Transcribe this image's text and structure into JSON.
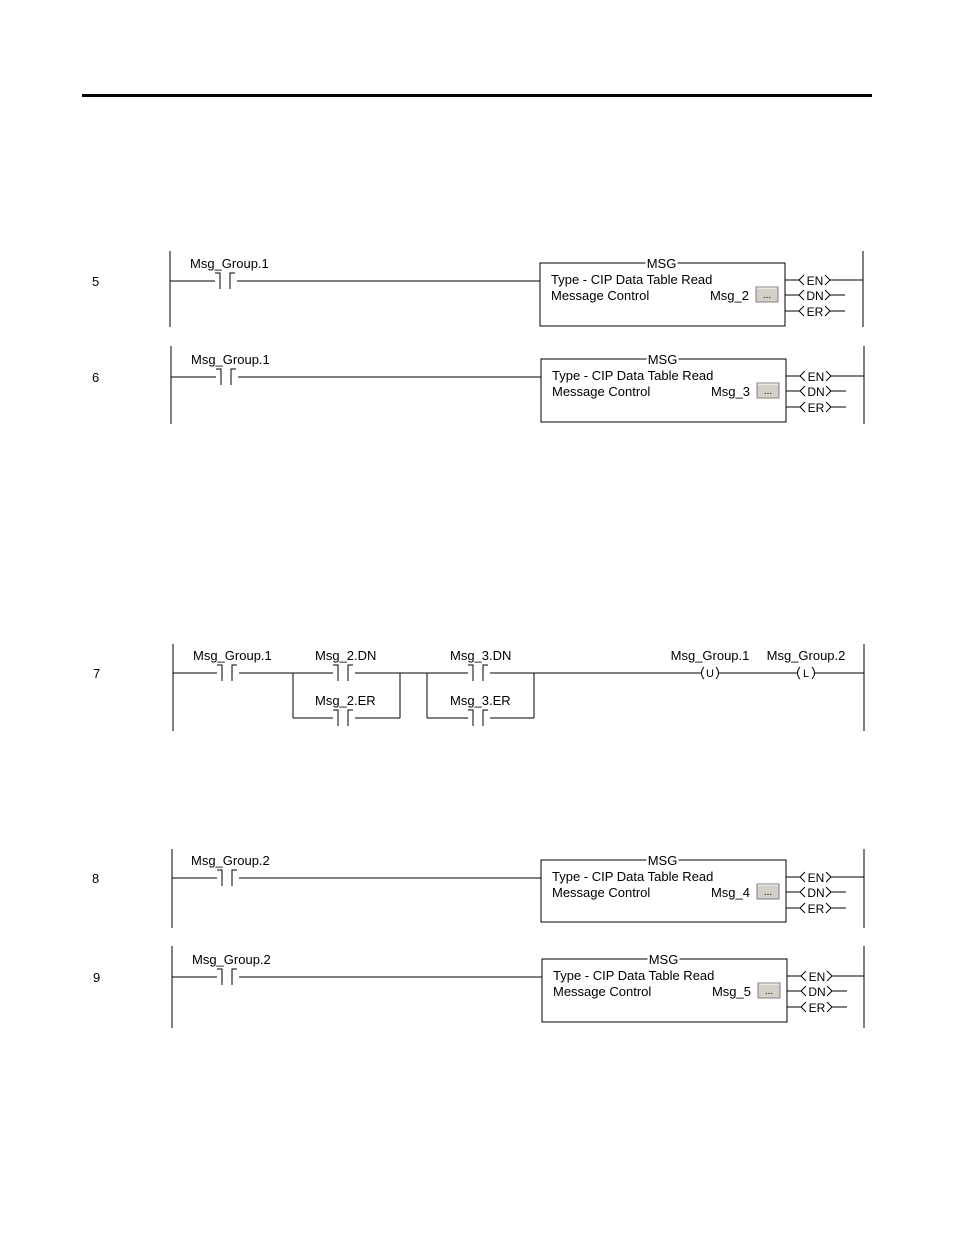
{
  "rungs": [
    {
      "number": "5",
      "contact_tag": "Msg_Group.1",
      "msg": {
        "title": "MSG",
        "type_label": "Type - CIP Data Table Read",
        "control_label": "Message Control",
        "control_tag": "Msg_2",
        "browse_label": "...",
        "outputs": [
          "EN",
          "DN",
          "ER"
        ]
      }
    },
    {
      "number": "6",
      "contact_tag": "Msg_Group.1",
      "msg": {
        "title": "MSG",
        "type_label": "Type - CIP Data Table Read",
        "control_label": "Message Control",
        "control_tag": "Msg_3",
        "browse_label": "...",
        "outputs": [
          "EN",
          "DN",
          "ER"
        ]
      }
    },
    {
      "number": "7",
      "contact_tag": "Msg_Group.1",
      "branch1": {
        "top_tag": "Msg_2.DN",
        "bottom_tag": "Msg_2.ER"
      },
      "branch2": {
        "top_tag": "Msg_3.DN",
        "bottom_tag": "Msg_3.ER"
      },
      "unlatch": {
        "tag": "Msg_Group.1",
        "symbol": "U"
      },
      "latch": {
        "tag": "Msg_Group.2",
        "symbol": "L"
      }
    },
    {
      "number": "8",
      "contact_tag": "Msg_Group.2",
      "msg": {
        "title": "MSG",
        "type_label": "Type - CIP Data Table Read",
        "control_label": "Message Control",
        "control_tag": "Msg_4",
        "browse_label": "...",
        "outputs": [
          "EN",
          "DN",
          "ER"
        ]
      }
    },
    {
      "number": "9",
      "contact_tag": "Msg_Group.2",
      "msg": {
        "title": "MSG",
        "type_label": "Type - CIP Data Table Read",
        "control_label": "Message Control",
        "control_tag": "Msg_5",
        "browse_label": "...",
        "outputs": [
          "EN",
          "DN",
          "ER"
        ]
      }
    }
  ]
}
